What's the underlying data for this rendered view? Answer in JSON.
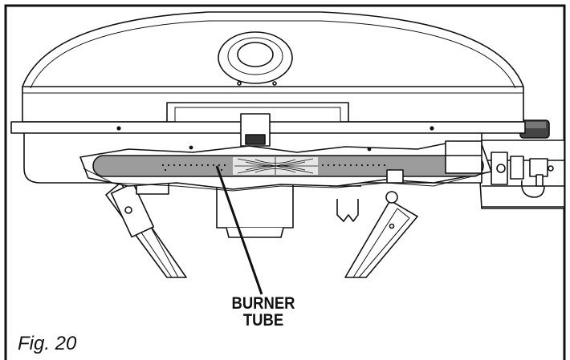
{
  "callout": {
    "line1": "BURNER",
    "line2": "TUBE"
  },
  "figure_label": "Fig. 20",
  "colors": {
    "stroke": "#111111",
    "tube": "#9c9c9c",
    "background": "#ffffff"
  }
}
